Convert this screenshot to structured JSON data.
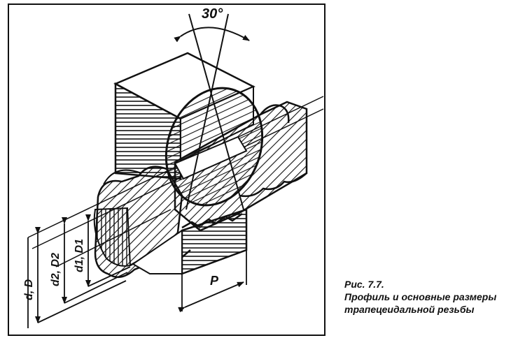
{
  "figure": {
    "angle_label": "30°",
    "pitch_label": "P",
    "dim_outer": "d, D",
    "dim_pitch": "d2, D2",
    "dim_inner": "d1, D1"
  },
  "caption": {
    "title": "Рис. 7.7.",
    "line1": "Профиль и основные размеры",
    "line2": "трапецеидальной резьбы"
  }
}
